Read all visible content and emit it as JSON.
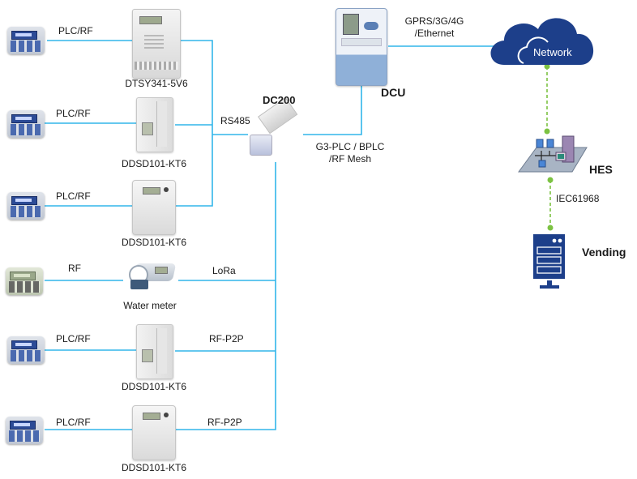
{
  "diagram": {
    "title": "Smart metering network topology",
    "colors": {
      "wire": "#32b6ea",
      "dashed_link": "#7cc242",
      "cloud": "#1d3f8a",
      "server": "#1d3f8a"
    },
    "endpoints": [
      {
        "id": "ihd-1",
        "icon": "ihd-keypad-icon",
        "link_label": "PLC/RF",
        "meter_label": "DTSY341-5V6",
        "meter_type": "three-phase-meter-icon"
      },
      {
        "id": "ihd-2",
        "icon": "ihd-keypad-icon",
        "link_label": "PLC/RF",
        "meter_label": "DDSD101-KT6",
        "meter_type": "din-rail-meter-icon"
      },
      {
        "id": "ihd-3",
        "icon": "ihd-keypad-icon",
        "link_label": "PLC/RF",
        "meter_label": "DDSD101-KT6",
        "meter_type": "single-phase-meter-icon"
      },
      {
        "id": "ihd-4",
        "icon": "ihd-keypad-icon",
        "link_label": "RF",
        "meter_label": "Water meter",
        "meter_type": "water-meter-icon"
      },
      {
        "id": "ihd-5",
        "icon": "ihd-keypad-icon",
        "link_label": "PLC/RF",
        "meter_label": "DDSD101-KT6",
        "meter_type": "din-rail-meter-icon"
      },
      {
        "id": "ihd-6",
        "icon": "ihd-keypad-icon",
        "link_label": "PLC/RF",
        "meter_label": "DDSD101-KT6",
        "meter_type": "single-phase-meter-icon"
      }
    ],
    "bus_labels": {
      "rs485": "RS485",
      "lora": "LoRa",
      "rf_p2p_1": "RF-P2P",
      "rf_p2p_2": "RF-P2P"
    },
    "nodes": {
      "dc200": "DC200",
      "dcu": "DCU",
      "network": "Network",
      "hes": "HES",
      "vending": "Vending"
    },
    "links": {
      "dc200_dcu_line1": "G3-PLC / BPLC",
      "dc200_dcu_line2": "/RF Mesh",
      "dcu_network_line1": "GPRS/3G/4G",
      "dcu_network_line2": "/Ethernet",
      "hes_vending": "IEC61968"
    }
  }
}
